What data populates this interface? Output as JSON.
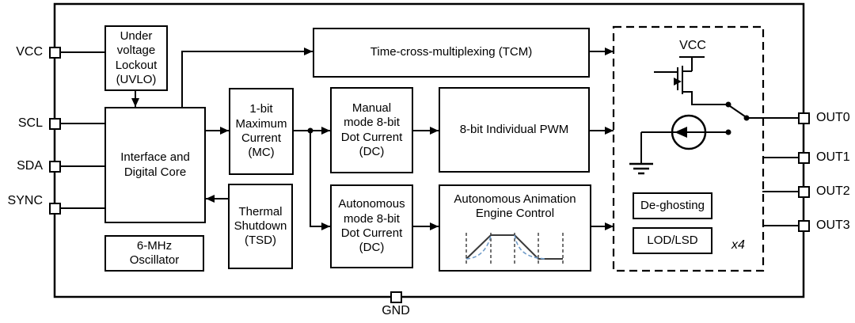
{
  "figure": {
    "type": "ic-functional-block-diagram"
  },
  "pins": {
    "left": [
      {
        "label": "VCC"
      },
      {
        "label": "SCL"
      },
      {
        "label": "SDA"
      },
      {
        "label": "SYNC"
      }
    ],
    "right": [
      {
        "label": "OUT0"
      },
      {
        "label": "OUT1"
      },
      {
        "label": "OUT2"
      },
      {
        "label": "OUT3"
      }
    ],
    "bottom": [
      {
        "label": "GND"
      }
    ]
  },
  "blocks": {
    "uvlo": "Under\nvoltage\nLockout\n(UVLO)",
    "interface": "Interface and\nDigital Core",
    "oscillator": "6-MHz\nOscillator",
    "max_current": "1-bit\nMaximum\nCurrent\n(MC)",
    "thermal_shutdown": "Thermal\nShutdown\n(TSD)",
    "tcm": "Time-cross-multiplexing (TCM)",
    "manual_dc": "Manual\nmode 8-bit\nDot Current\n(DC)",
    "individual_pwm": "8-bit Individual PWM",
    "autonomous_dc": "Autonomous\nmode 8-bit\nDot Current\n(DC)",
    "animation_engine": "Autonomous Animation\nEngine Control"
  },
  "output_stage": {
    "supply_label": "VCC",
    "deghosting": "De-ghosting",
    "lod_lsd": "LOD/LSD",
    "multiplier": "x4"
  },
  "colors": {
    "line": "#000000",
    "background": "#ffffff",
    "waveform_solid": "#3a3a3a",
    "waveform_dashed_curve": "#6f9bc8"
  }
}
